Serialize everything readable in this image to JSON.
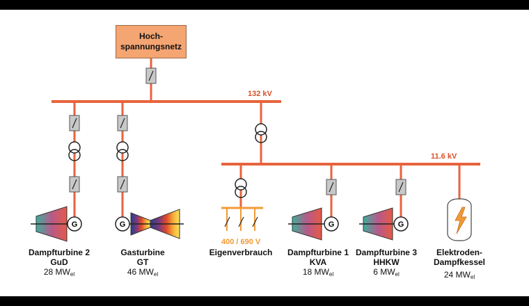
{
  "grid": {
    "label_line1": "Hoch-",
    "label_line2": "spannungsnetz"
  },
  "busbars": {
    "hv_voltage": "132 kV",
    "mv_voltage": "11.6 kV",
    "lv_voltage": "400 / 690 V"
  },
  "units": [
    {
      "name": "Dampfturbine 2",
      "sub": "GuD",
      "power": "28 MW",
      "unit_sub": "el"
    },
    {
      "name": "Gasturbine",
      "sub": "GT",
      "power": "46 MW",
      "unit_sub": "el"
    },
    {
      "name": "Eigenverbrauch"
    },
    {
      "name": "Dampfturbine 1",
      "sub": "KVA",
      "power": "18 MW",
      "unit_sub": "el"
    },
    {
      "name": "Dampfturbine 3",
      "sub": "HHKW",
      "power": "6 MW",
      "unit_sub": "el"
    },
    {
      "name": "Elektroden-",
      "sub": "Dampfkessel",
      "power": "24 MW",
      "unit_sub": "el"
    }
  ],
  "generator_symbol": "G",
  "colors": {
    "line": "#e8633c",
    "lv_line": "#f19a35",
    "grid_box": "#f4a572",
    "breaker": "#c8c8c8"
  }
}
